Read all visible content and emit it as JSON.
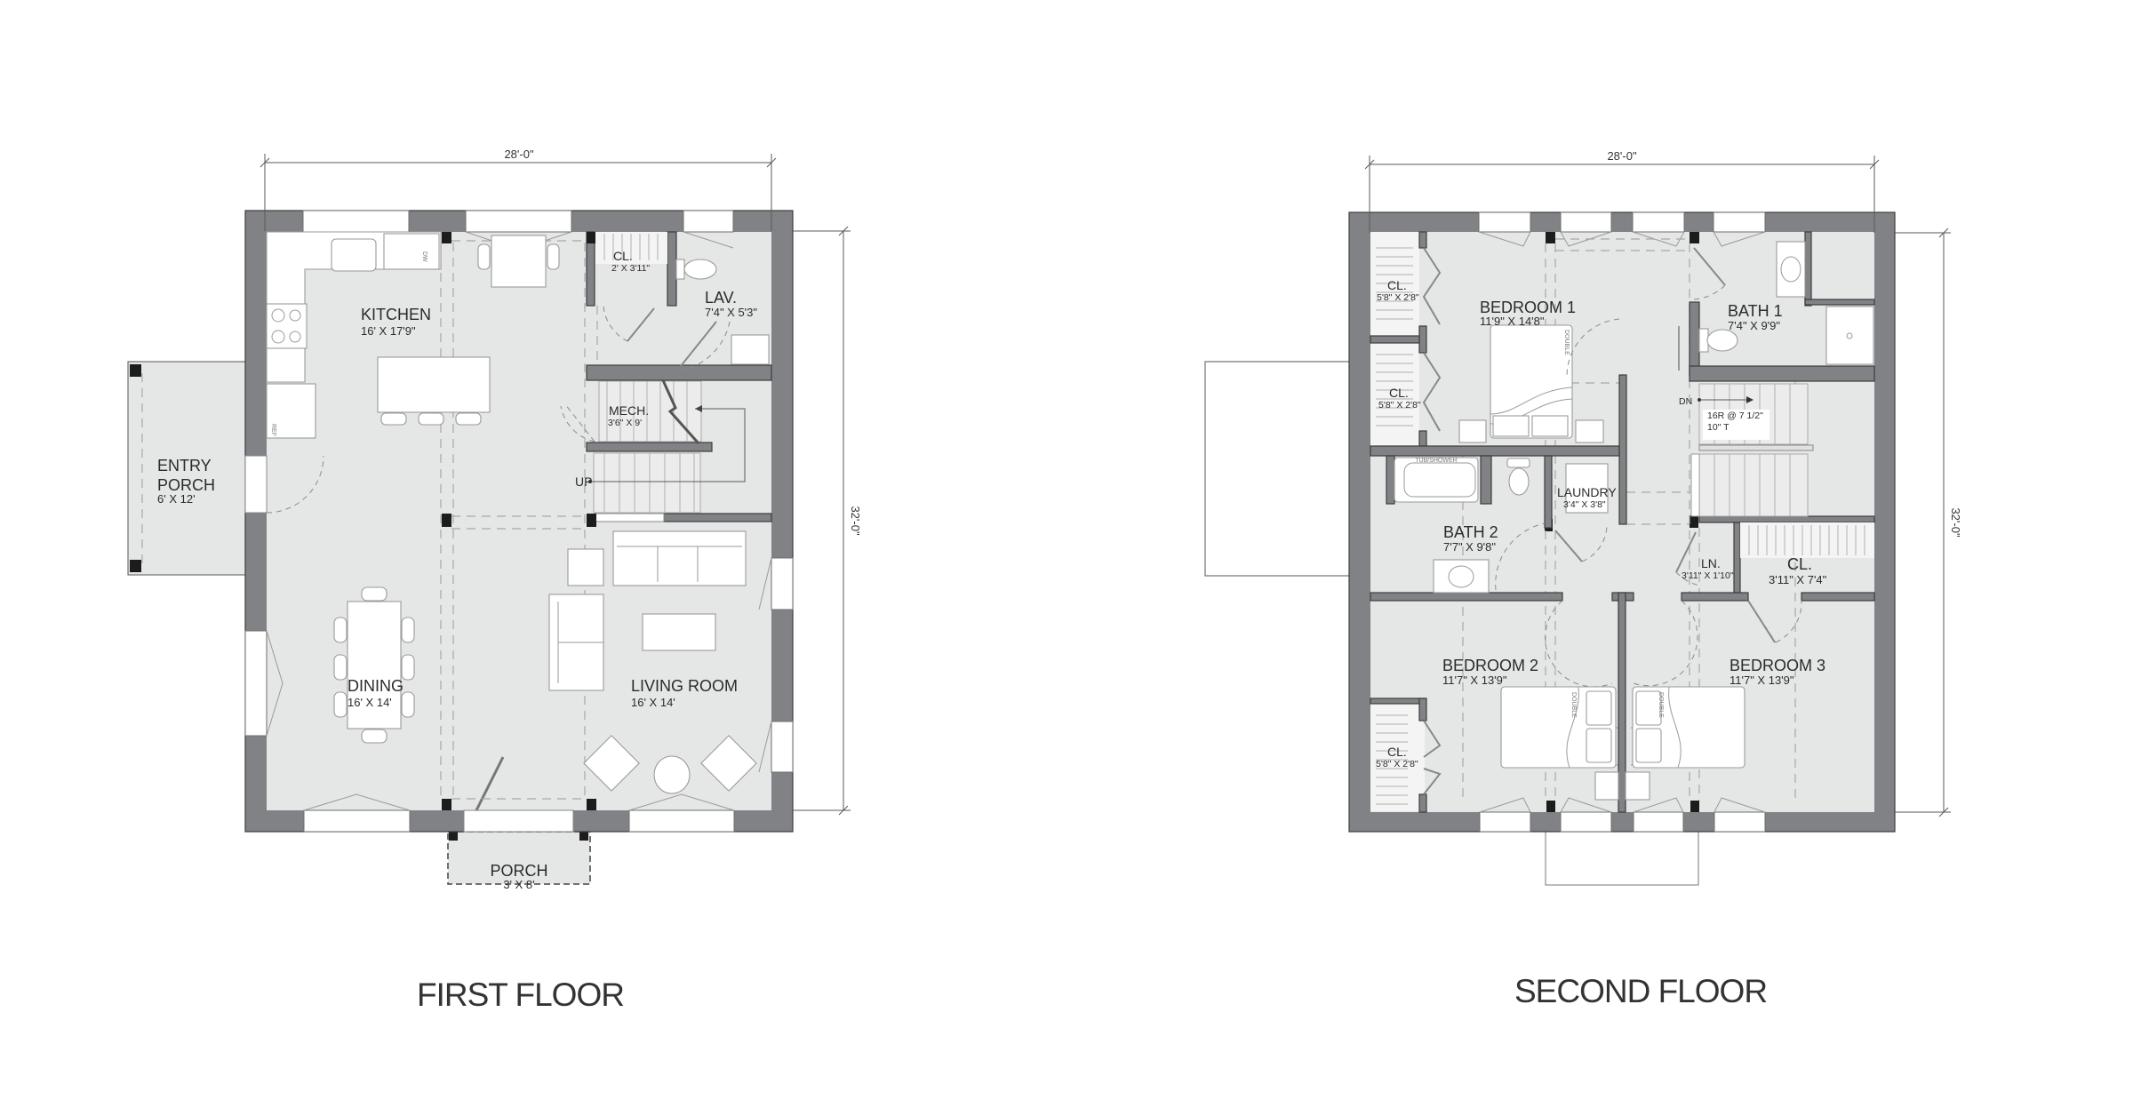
{
  "colors": {
    "wall": "#818285",
    "floor": "#e5e6e6",
    "post": "#1c1c1c",
    "furniture": "#ffffff"
  },
  "first_floor": {
    "title": "FIRST FLOOR",
    "width_dim": "28'-0\"",
    "depth_dim": "32'-0\"",
    "stair_label": "UP",
    "dw_label": "DW",
    "ref_label": "REF",
    "rooms": {
      "kitchen": {
        "name": "KITCHEN",
        "dims": "16' X 17'9\""
      },
      "closet": {
        "name": "CL.",
        "dims": "2' X 3'11\""
      },
      "lav": {
        "name": "LAV.",
        "dims": "7'4\" X 5'3\""
      },
      "mech": {
        "name": "MECH.",
        "dims": "3'6\" X 9'"
      },
      "dining": {
        "name": "DINING",
        "dims": "16' X 14'"
      },
      "living": {
        "name": "LIVING ROOM",
        "dims": "16' X 14'"
      },
      "porch": {
        "name": "PORCH",
        "dims": "3' X 8'"
      },
      "entry_porch": {
        "name_line1": "ENTRY",
        "name_line2": "PORCH",
        "dims": "6' X 12'"
      }
    }
  },
  "second_floor": {
    "title": "SECOND FLOOR",
    "width_dim": "28'-0\"",
    "depth_dim": "32'-0\"",
    "stair_label": "DN",
    "stair_note_1": "16R @ 7 1/2\"",
    "stair_note_2": "10\" T",
    "bed_label": "DOUBLE",
    "tub_label": "TUB/SHOWER",
    "rooms": {
      "bedroom1": {
        "name": "BEDROOM 1",
        "dims": "11'9\" X 14'8\""
      },
      "bath1": {
        "name": "BATH 1",
        "dims": "7'4\" X 9'9\""
      },
      "closet_a": {
        "name": "CL.",
        "dims": "5'8\" X 2'8\""
      },
      "closet_b": {
        "name": "CL.",
        "dims": "5'8\" X 2'8\""
      },
      "laundry": {
        "name": "LAUNDRY",
        "dims": "3'4\" X 3'8\""
      },
      "bath2": {
        "name": "BATH 2",
        "dims": "7'7\" X 9'8\""
      },
      "linen": {
        "name": "LN.",
        "dims": "3'11\" X 1'10\""
      },
      "closet_c": {
        "name": "CL.",
        "dims": "3'11\" X 7'4\""
      },
      "bedroom2": {
        "name": "BEDROOM 2",
        "dims": "11'7\" X 13'9\""
      },
      "bedroom3": {
        "name": "BEDROOM 3",
        "dims": "11'7\" X 13'9\""
      },
      "closet_d": {
        "name": "CL.",
        "dims": "5'8\" X 2'8\""
      }
    }
  }
}
